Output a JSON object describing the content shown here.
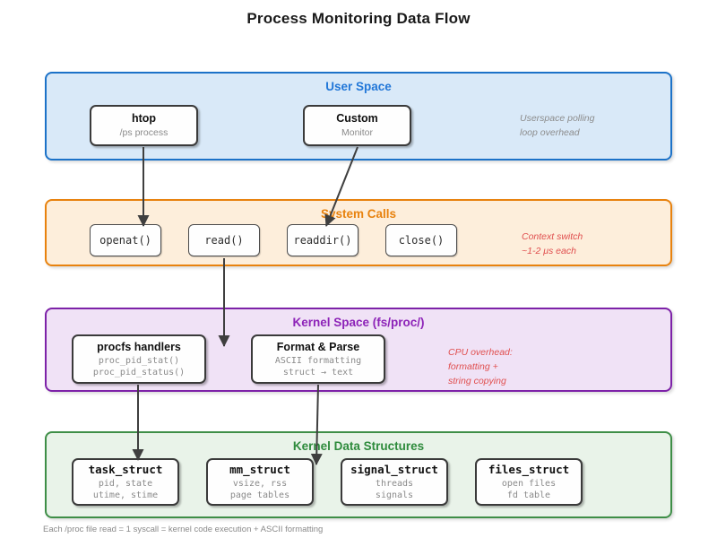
{
  "title": "Process Monitoring Data Flow",
  "footer": "Each /proc file read = 1 syscall = kernel code execution + ASCII formatting",
  "colors": {
    "user_space_border": "#1c72c8",
    "user_space_fill": "#d9e9f8",
    "system_calls_border": "#e8820e",
    "system_calls_fill": "#fdeedb",
    "kernel_space_border": "#7d22a8",
    "kernel_space_fill": "#f0e2f6",
    "kernel_data_border": "#3e8e47",
    "kernel_data_fill": "#e9f3e9",
    "annotation_red": "#e04f4f",
    "annotation_gray": "#8c8c8c",
    "arrow": "#3f3f3f"
  },
  "layers": {
    "user_space": {
      "label": "User Space",
      "annotation": {
        "line1": "Userspace polling",
        "line2": "loop overhead"
      },
      "nodes": {
        "htop": {
          "title": "htop",
          "sub": "/ps process"
        },
        "custom": {
          "title": "Custom",
          "sub": "Monitor"
        }
      }
    },
    "system_calls": {
      "label": "System Calls",
      "annotation": {
        "line1": "Context switch",
        "line2": "~1-2 μs each"
      },
      "nodes": {
        "openat": {
          "title": "openat()"
        },
        "read": {
          "title": "read()"
        },
        "readdir": {
          "title": "readdir()"
        },
        "close": {
          "title": "close()"
        }
      }
    },
    "kernel_space": {
      "label": "Kernel Space (fs/proc/)",
      "annotation": {
        "line1": "CPU overhead:",
        "line2": "formatting +",
        "line3": "string copying"
      },
      "nodes": {
        "procfs": {
          "title": "procfs handlers",
          "sub1": "proc_pid_stat()",
          "sub2": "proc_pid_status()"
        },
        "format": {
          "title": "Format & Parse",
          "sub1": "ASCII formatting",
          "sub2": "struct → text"
        }
      }
    },
    "kernel_data": {
      "label": "Kernel Data Structures",
      "nodes": {
        "task": {
          "title": "task_struct",
          "sub1": "pid, state",
          "sub2": "utime, stime"
        },
        "mm": {
          "title": "mm_struct",
          "sub1": "vsize, rss",
          "sub2": "page tables"
        },
        "signal": {
          "title": "signal_struct",
          "sub1": "threads",
          "sub2": "signals"
        },
        "files": {
          "title": "files_struct",
          "sub1": "open files",
          "sub2": "fd table"
        }
      }
    }
  }
}
